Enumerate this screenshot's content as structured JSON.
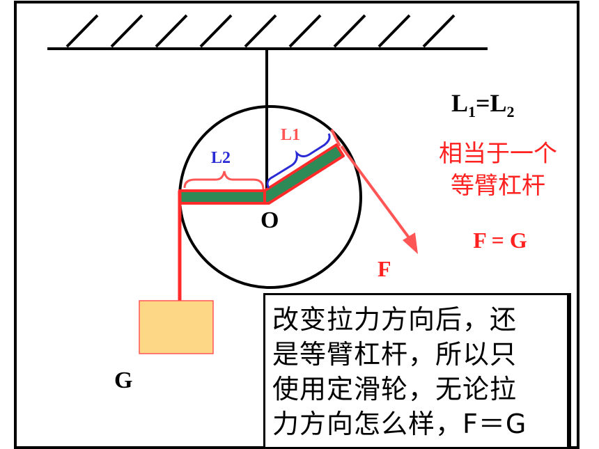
{
  "labels": {
    "l_eq": "L₁=L₂",
    "desc_line1": "相当于一个",
    "desc_line2": "等臂杠杆",
    "f_eq_g": "F = G",
    "l1": "L1",
    "l2": "L2",
    "pivot": "O",
    "force": "F",
    "weight": "G"
  },
  "note": {
    "text": "改变拉力方向后，还\n是等臂杠杆，所以只\n使用定滑轮，无论拉\n力方向怎么样，F＝G"
  },
  "colors": {
    "rope": "#ff2a2a",
    "lever_fill": "#2e8b57",
    "l1_brace": "#2b2bd6",
    "l2_brace": "#ff5555",
    "force_arrow": "#ff5555",
    "weight_fill": "#fdd785",
    "red_text": "#ff2020",
    "blue_text": "#2b2bd6"
  }
}
